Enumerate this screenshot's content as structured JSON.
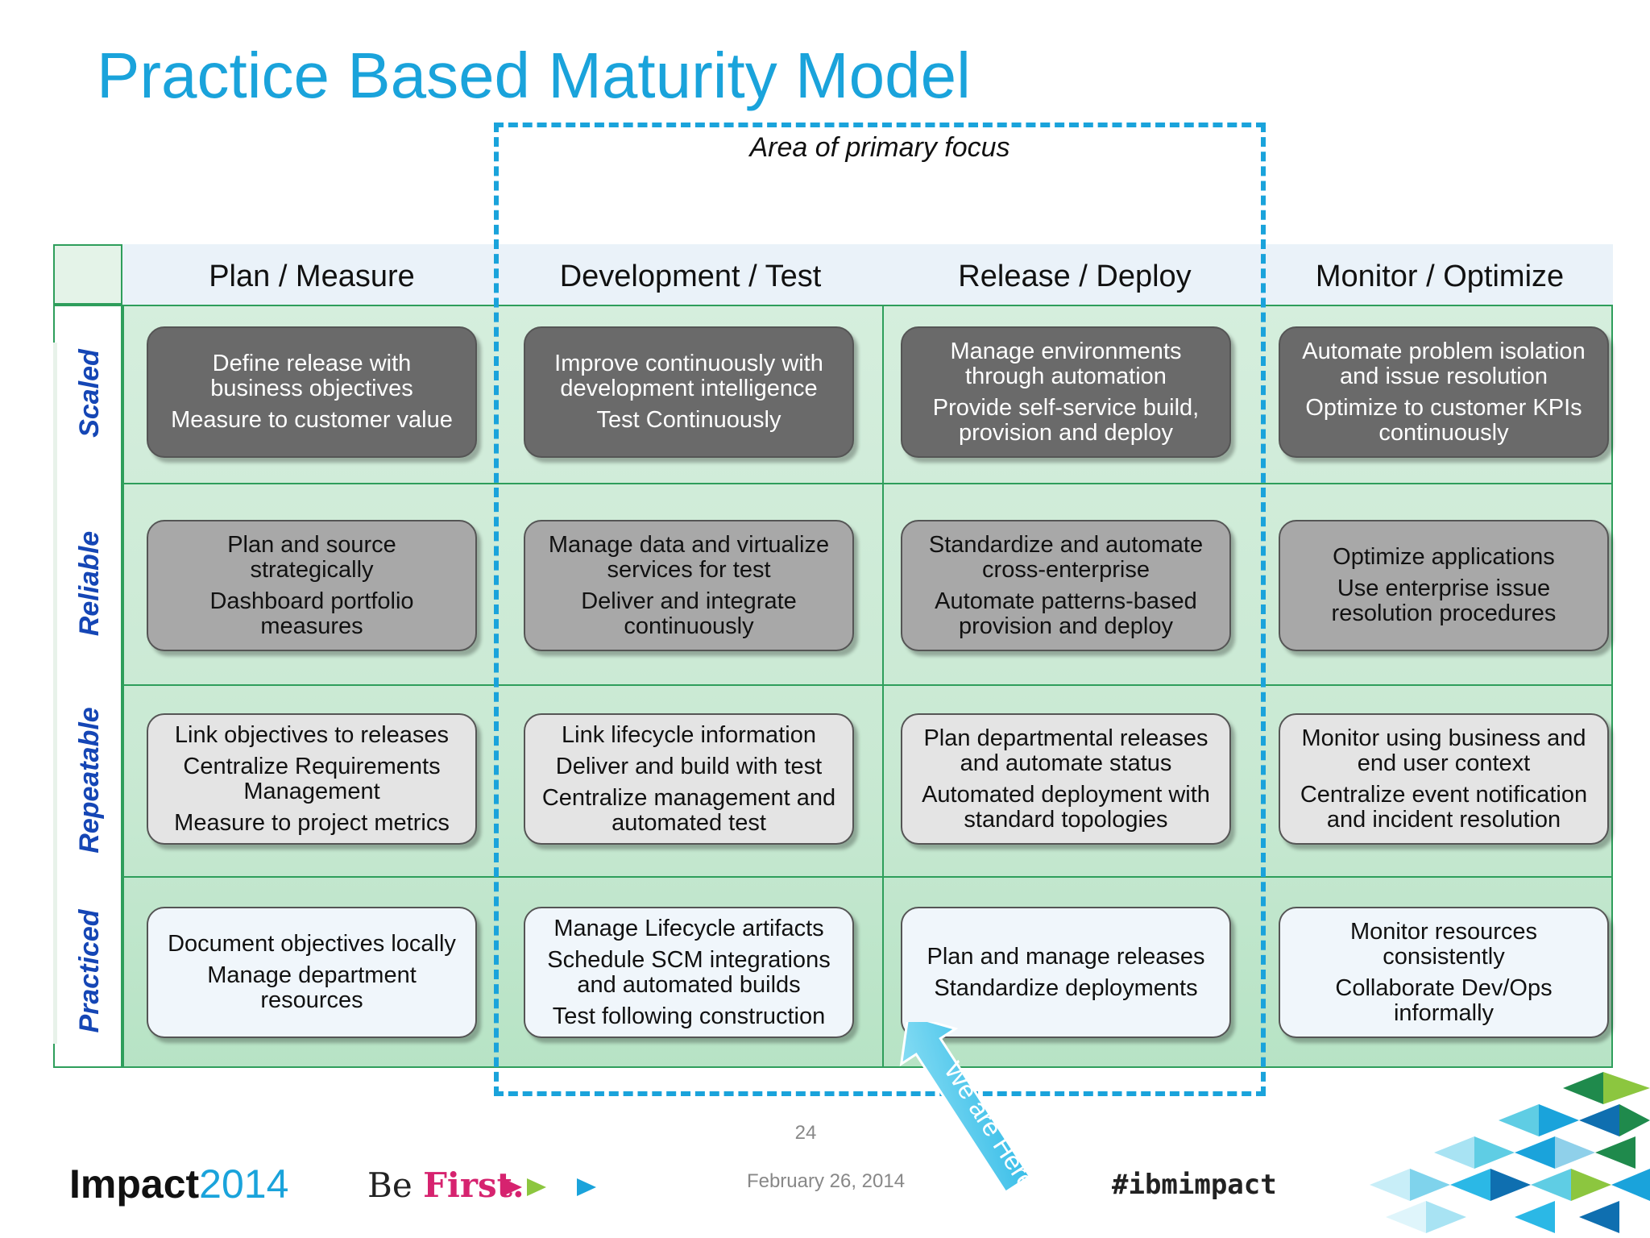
{
  "title": "Practice Based Maturity Model",
  "focus_label": "Area of primary focus",
  "columns": [
    "Plan / Measure",
    "Development / Test",
    "Release / Deploy",
    "Monitor / Optimize"
  ],
  "rows": [
    {
      "label": "Scaled",
      "cells": [
        [
          "Define release with\nbusiness objectives",
          "Measure to customer value"
        ],
        [
          "Improve continuously with\ndevelopment intelligence",
          "Test Continuously"
        ],
        [
          "Manage environments\nthrough automation",
          "Provide self-service build,\nprovision and deploy"
        ],
        [
          "Automate problem isolation\nand issue resolution",
          "Optimize to customer KPIs\ncontinuously"
        ]
      ]
    },
    {
      "label": "Reliable",
      "cells": [
        [
          "Plan and source\nstrategically",
          "Dashboard portfolio\nmeasures"
        ],
        [
          "Manage data and virtualize\nservices for test",
          "Deliver and integrate\ncontinuously"
        ],
        [
          "Standardize and automate\ncross-enterprise",
          "Automate patterns-based\nprovision and deploy"
        ],
        [
          "Optimize applications",
          "Use enterprise issue\nresolution procedures"
        ]
      ]
    },
    {
      "label": "Repeatable",
      "cells": [
        [
          "Link objectives to releases",
          "Centralize Requirements\nManagement",
          "Measure to project metrics"
        ],
        [
          "Link lifecycle information",
          "Deliver and build with test",
          "Centralize management and\nautomated test"
        ],
        [
          "Plan departmental releases\nand automate status",
          "Automated deployment with\nstandard topologies"
        ],
        [
          "Monitor using business and\nend user context",
          "Centralize event notification\nand incident resolution"
        ]
      ]
    },
    {
      "label": "Practiced",
      "cells": [
        [
          "Document objectives locally",
          "Manage department\nresources"
        ],
        [
          "Manage Lifecycle artifacts",
          "Schedule SCM integrations\nand automated builds",
          "Test following construction"
        ],
        [
          "Plan and manage releases",
          "Standardize deployments"
        ],
        [
          "Monitor resources\nconsistently",
          "Collaborate Dev/Ops\ninformally"
        ]
      ]
    }
  ],
  "callout": "We are Here",
  "page_number": "24",
  "date": "February 26, 2014",
  "footer": {
    "impact_word": "Impact",
    "impact_year": "2014",
    "be": "Be ",
    "first": "First.",
    "hashtag": "#ibmimpact"
  },
  "colors": {
    "title": "#1aa3db",
    "row_label": "#1546b5",
    "grid_line": "#2e9e5b",
    "tier_scaled": "#6a6a6a",
    "tier_reliable": "#a8a8a8",
    "tier_repeatable": "#e4e4e4",
    "tier_practiced": "#f0f6fb"
  }
}
